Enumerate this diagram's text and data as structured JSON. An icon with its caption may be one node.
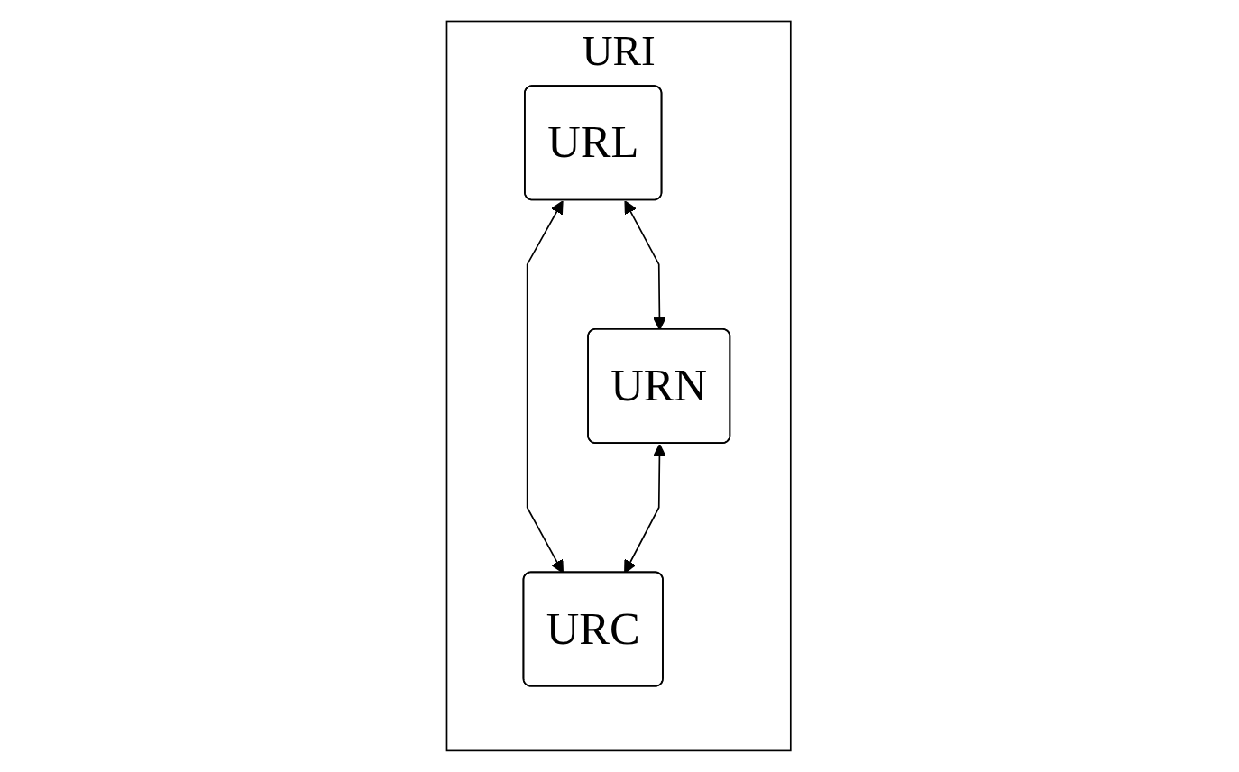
{
  "diagram": {
    "nodes": [
      {
        "text": [
          "URI"
        ]
      },
      {
        "text": [
          "URL"
        ],
        "in": 0
      },
      {
        "text": [
          "URN"
        ],
        "in": 0
      },
      {
        "text": [
          "URC"
        ],
        "in": 0
      }
    ],
    "edges": [
      {
        "from": 1,
        "to": 2,
        "arrow": "both"
      },
      {
        "from": 1,
        "to": 3,
        "arrow": "both"
      },
      {
        "from": 2,
        "to": 3,
        "arrow": "both"
      }
    ]
  }
}
